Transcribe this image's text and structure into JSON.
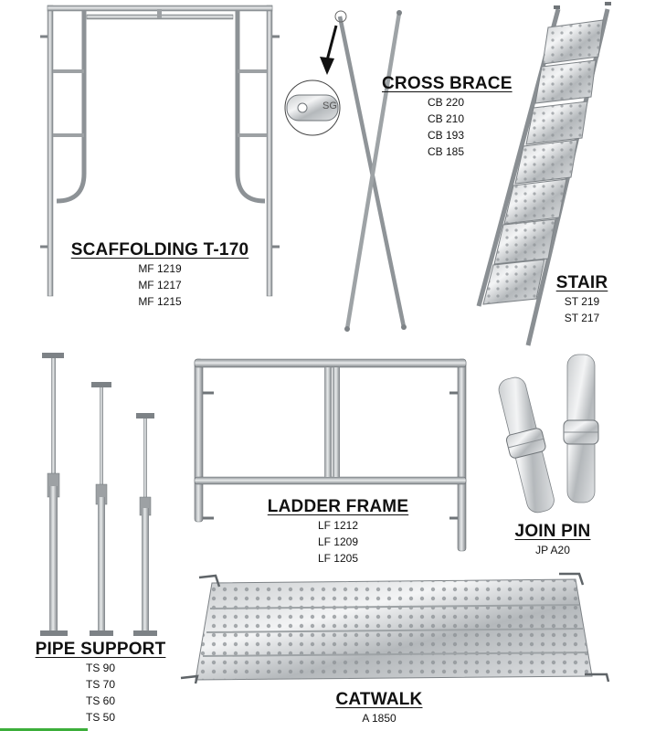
{
  "products": {
    "scaffolding": {
      "title": "SCAFFOLDING T-170",
      "codes": [
        "MF 1219",
        "MF 1217",
        "MF 1215"
      ]
    },
    "cross_brace": {
      "title": "CROSS BRACE",
      "codes": [
        "CB 220",
        "CB 210",
        "CB 193",
        "CB 185"
      ],
      "stamp": "SG"
    },
    "stair": {
      "title": "STAIR",
      "codes": [
        "ST 219",
        "ST 217"
      ]
    },
    "ladder_frame": {
      "title": "LADDER FRAME",
      "codes": [
        "LF 1212",
        "LF 1209",
        "LF 1205"
      ]
    },
    "join_pin": {
      "title": "JOIN PIN",
      "codes": [
        "JP A20"
      ]
    },
    "pipe_support": {
      "title": "PIPE SUPPORT",
      "codes": [
        "TS 90",
        "TS 70",
        "TS 60",
        "TS 50"
      ]
    },
    "catwalk": {
      "title": "CATWALK",
      "codes": [
        "A 1850"
      ]
    }
  },
  "colors": {
    "steel": "#a9adb1",
    "steel_dark": "#6f7478",
    "steel_light": "#e4e6e8",
    "accent": "#3cae3a"
  }
}
